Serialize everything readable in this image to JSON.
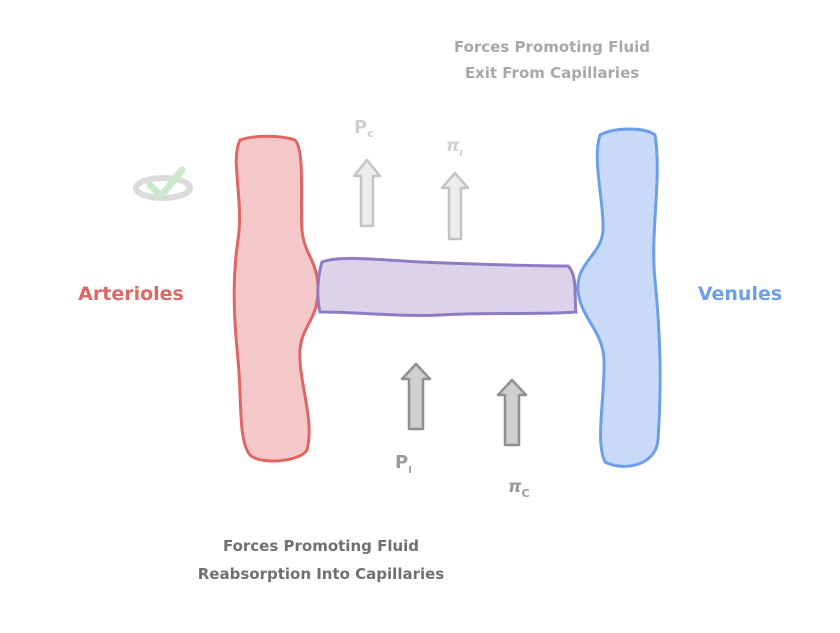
{
  "diagram": {
    "top_caption": {
      "line1": "Forces Promoting Fluid",
      "line2": "Exit From Capillaries"
    },
    "bottom_caption": {
      "line1": "Forces Promoting Fluid",
      "line2": "Reabsorption Into Capillaries"
    },
    "left_vessel": {
      "label": "Arterioles",
      "color": "#e06666",
      "fill": "#f4c7c9"
    },
    "right_vessel": {
      "label": "Venules",
      "color": "#6d9eeb",
      "fill": "#c9daf8"
    },
    "capillary": {
      "color": "#8e7cc3",
      "fill": "#dcd3ea"
    },
    "exit_forces": [
      {
        "symbol": "P",
        "subscript": "c"
      },
      {
        "symbol": "π",
        "subscript": "I"
      }
    ],
    "reabsorption_forces": [
      {
        "symbol": "P",
        "subscript": "I"
      },
      {
        "symbol": "π",
        "subscript": "C"
      }
    ]
  }
}
